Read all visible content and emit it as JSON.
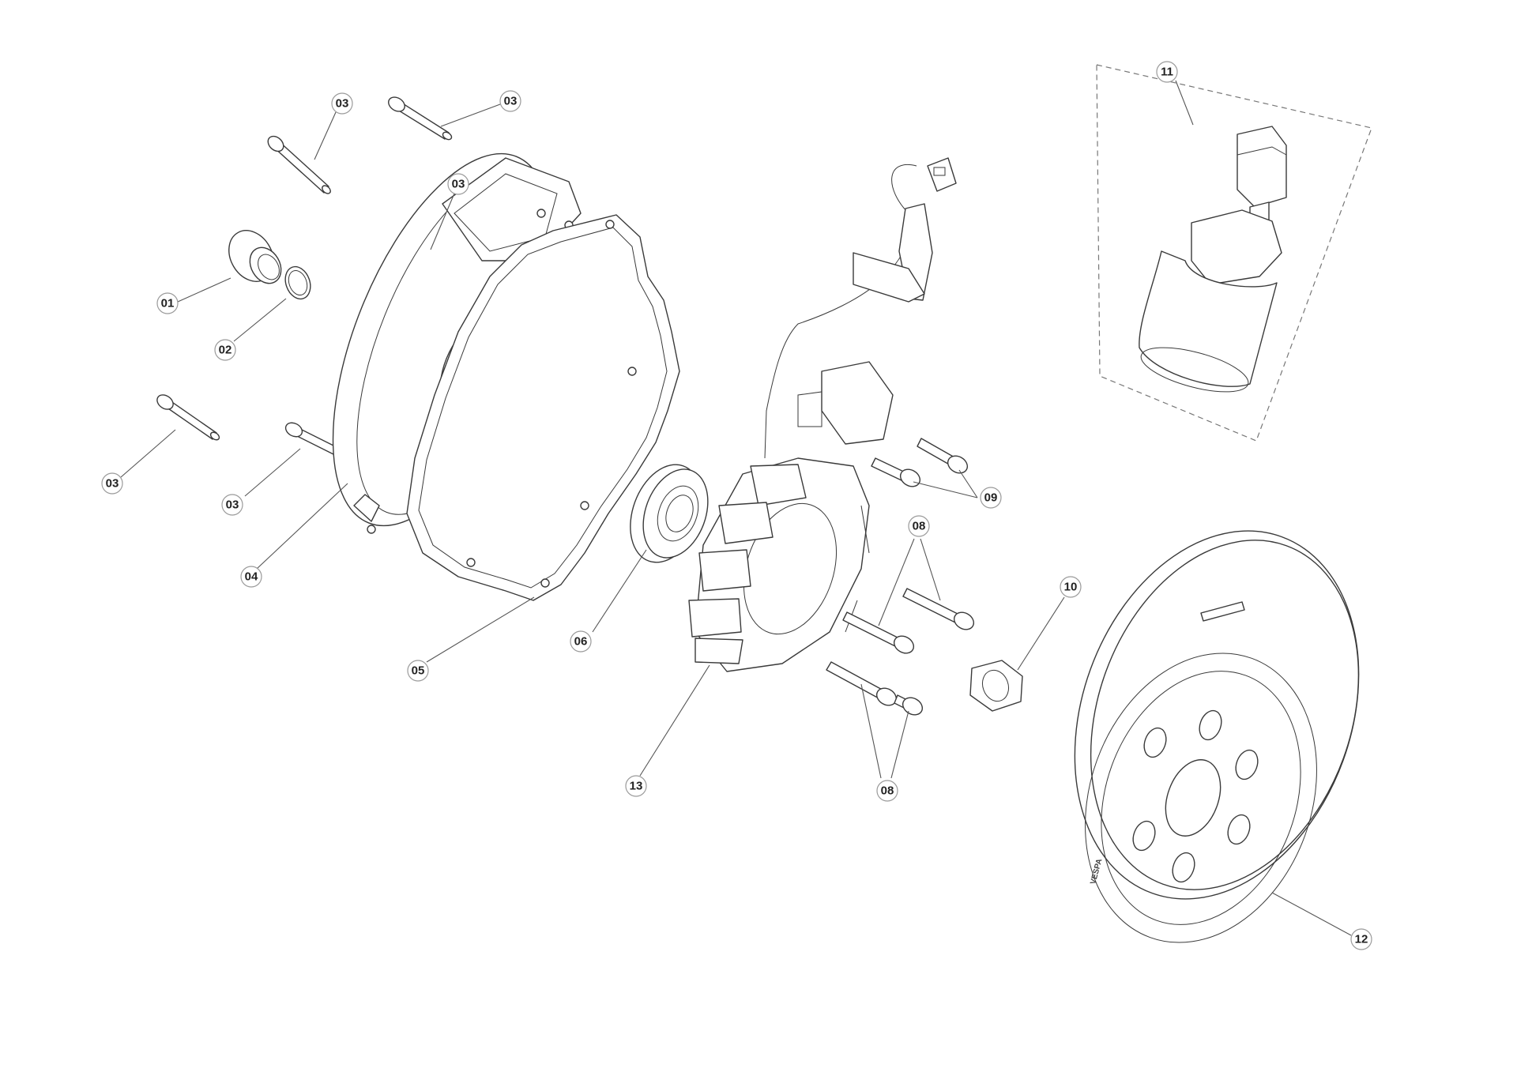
{
  "callouts": [
    {
      "id": "c03a",
      "label": "03"
    },
    {
      "id": "c03b",
      "label": "03"
    },
    {
      "id": "c03c",
      "label": "03"
    },
    {
      "id": "c01",
      "label": "01"
    },
    {
      "id": "c02",
      "label": "02"
    },
    {
      "id": "c03d",
      "label": "03"
    },
    {
      "id": "c03e",
      "label": "03"
    },
    {
      "id": "c04",
      "label": "04"
    },
    {
      "id": "c05",
      "label": "05"
    },
    {
      "id": "c06",
      "label": "06"
    },
    {
      "id": "c13",
      "label": "13"
    },
    {
      "id": "c08a",
      "label": "08"
    },
    {
      "id": "c08b",
      "label": "08"
    },
    {
      "id": "c09",
      "label": "09"
    },
    {
      "id": "c10",
      "label": "10"
    },
    {
      "id": "c11",
      "label": "11"
    },
    {
      "id": "c12",
      "label": "12"
    }
  ],
  "flywheel_marking": "VESPA",
  "colors": {
    "line": "#3a3a3a",
    "leader": "#555555",
    "callout_ring": "#9a9a9a"
  }
}
